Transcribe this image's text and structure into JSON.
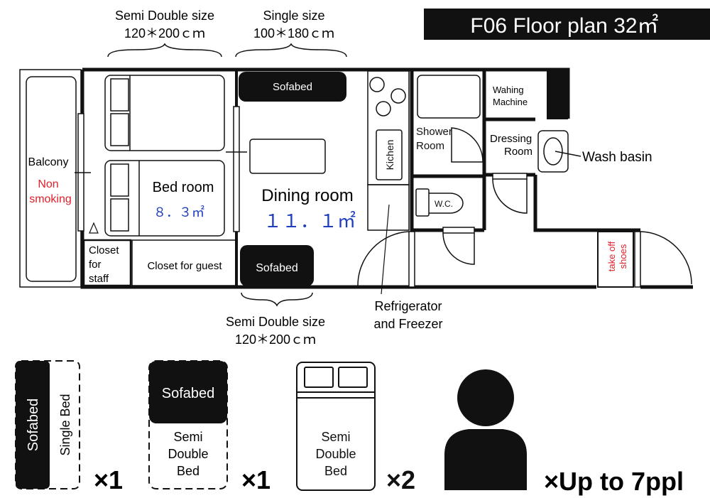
{
  "title": "F06 Floor plan 32㎡",
  "dims": {
    "top_left_label": "Semi Double size",
    "top_left_size": "120＊200ｃｍ",
    "top_right_label": "Single size",
    "top_right_size": "100＊180ｃｍ",
    "bottom_label": "Semi Double size",
    "bottom_size": "120＊200ｃｍ"
  },
  "rooms": {
    "balcony": "Balcony",
    "non": "Non",
    "smoking": "smoking",
    "bedroom": "Bed room",
    "bedroom_area": "８．３㎡",
    "dining": "Dining room",
    "dining_area": "１１．１㎡",
    "sofabed_top": "Sofabed",
    "sofabed_bottom": "Sofabed",
    "closet_staff_1": "Closet",
    "closet_staff_2": "for",
    "closet_staff_3": "staff",
    "closet_guest": "Closet for guest",
    "kitchen": "Kichen",
    "shower_1": "Shower",
    "shower_2": "Room",
    "washing_1": "Wahing",
    "washing_2": "Machine",
    "dressing_1": "Dressing",
    "dressing_2": "Room",
    "wash_basin": "Wash basin",
    "wc": "W.C.",
    "fridge_1": "Refrigerator",
    "fridge_2": "and Freezer",
    "take_off": "take off",
    "shoes": "shoes"
  },
  "legend": {
    "item1_sofabed": "Sofabed",
    "item1_single": "Single Bed",
    "item1_count": "×1",
    "item2_sofabed": "Sofabed",
    "item2_l1": "Semi",
    "item2_l2": "Double",
    "item2_l3": "Bed",
    "item2_count": "×1",
    "item3_l1": "Semi",
    "item3_l2": "Double",
    "item3_l3": "Bed",
    "item3_count": "×2",
    "capacity": "×Up to 7ppl"
  },
  "colors": {
    "accent_red": "#e0202a",
    "area_blue": "#1f3fbf",
    "dark": "#111111"
  }
}
